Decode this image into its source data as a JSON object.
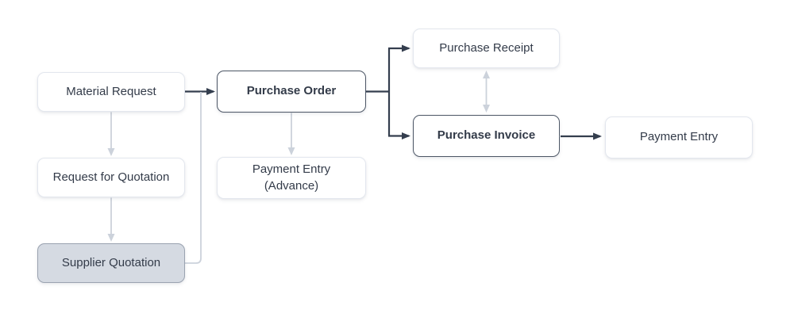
{
  "diagram": {
    "title": "",
    "nodes": [
      {
        "id": "material-request",
        "label": "Material Request",
        "style": "default"
      },
      {
        "id": "purchase-order",
        "label": "Purchase Order",
        "style": "emphasis"
      },
      {
        "id": "request-for-quotation",
        "label": "Request for Quotation",
        "style": "default"
      },
      {
        "id": "supplier-quotation",
        "label": "Supplier Quotation",
        "style": "filled"
      },
      {
        "id": "payment-entry-advance",
        "label": "Payment Entry\n(Advance)",
        "style": "default"
      },
      {
        "id": "purchase-receipt",
        "label": "Purchase Receipt",
        "style": "default"
      },
      {
        "id": "purchase-invoice",
        "label": "Purchase Invoice",
        "style": "emphasis"
      },
      {
        "id": "payment-entry",
        "label": "Payment Entry",
        "style": "default"
      }
    ],
    "edges": [
      {
        "from": "material-request",
        "to": "purchase-order",
        "style": "dark-arrow"
      },
      {
        "from": "material-request",
        "to": "request-for-quotation",
        "style": "gray-arrow"
      },
      {
        "from": "request-for-quotation",
        "to": "supplier-quotation",
        "style": "gray-arrow"
      },
      {
        "from": "supplier-quotation",
        "to": "purchase-order",
        "style": "gray-line"
      },
      {
        "from": "purchase-order",
        "to": "payment-entry-advance",
        "style": "gray-arrow"
      },
      {
        "from": "purchase-order",
        "to": "purchase-receipt",
        "style": "dark-arrow"
      },
      {
        "from": "purchase-order",
        "to": "purchase-invoice",
        "style": "dark-arrow"
      },
      {
        "from": "purchase-receipt",
        "to": "purchase-invoice",
        "style": "gray-double-arrow"
      },
      {
        "from": "purchase-invoice",
        "to": "payment-entry",
        "style": "dark-arrow"
      }
    ]
  },
  "colors": {
    "background": "#ffffff",
    "text": "#333b49",
    "arrow_dark": "#343e4e",
    "arrow_gray": "#ccd2db",
    "node_fill": "#ffffff",
    "node_border_light": "#e3e7ee",
    "node_border_dark": "#4d5766",
    "node_fill_muted": "#d5dae2",
    "node_border_muted": "#9aa3b0"
  }
}
